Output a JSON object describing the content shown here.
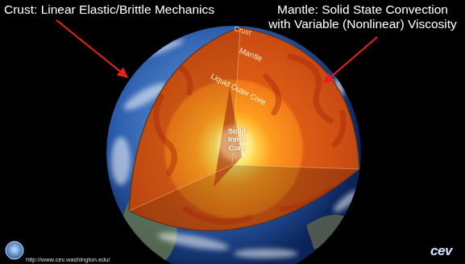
{
  "diagram": {
    "labels": [
      "Crust: Linear Elastic/Brittle Mechanics",
      "Mantle: Solid State Convection with Variable (Nonlinear) Viscosity",
      "Crust",
      "Mantle",
      "Liquid Outer Core",
      "Solid Inner Core",
      "http://www.cev.washington.edu/",
      "cev"
    ]
  }
}
